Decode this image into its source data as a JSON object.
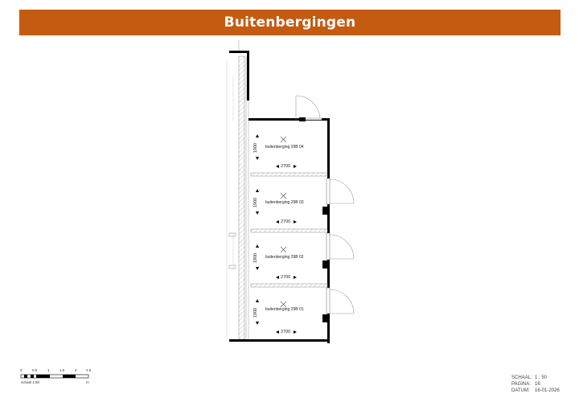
{
  "header": {
    "title": "Buitenbergingen",
    "color": "#c55a11"
  },
  "rooms": [
    {
      "label": "buitenberging 29B 04",
      "width_dim": "2700",
      "depth_dim": "1900"
    },
    {
      "label": "buitenberging 29B 03",
      "width_dim": "2700",
      "depth_dim": "1900"
    },
    {
      "label": "buitenberging 29B 02",
      "width_dim": "2700",
      "depth_dim": "1900"
    },
    {
      "label": "buitenberging 29B 01",
      "width_dim": "2700",
      "depth_dim": "1900"
    }
  ],
  "scale_bar": {
    "ticks": [
      "0",
      "0.5",
      "1",
      "1.5",
      "2",
      "2.5"
    ],
    "caption": "schaal 1:50",
    "unit": "m"
  },
  "title_block": {
    "schaal_label": "SCHAAL:",
    "schaal_value": "1 : 50",
    "pagina_label": "PAGINA:",
    "pagina_value": "16",
    "datum_label": "DATUM:",
    "datum_value": "16-01-2026"
  }
}
